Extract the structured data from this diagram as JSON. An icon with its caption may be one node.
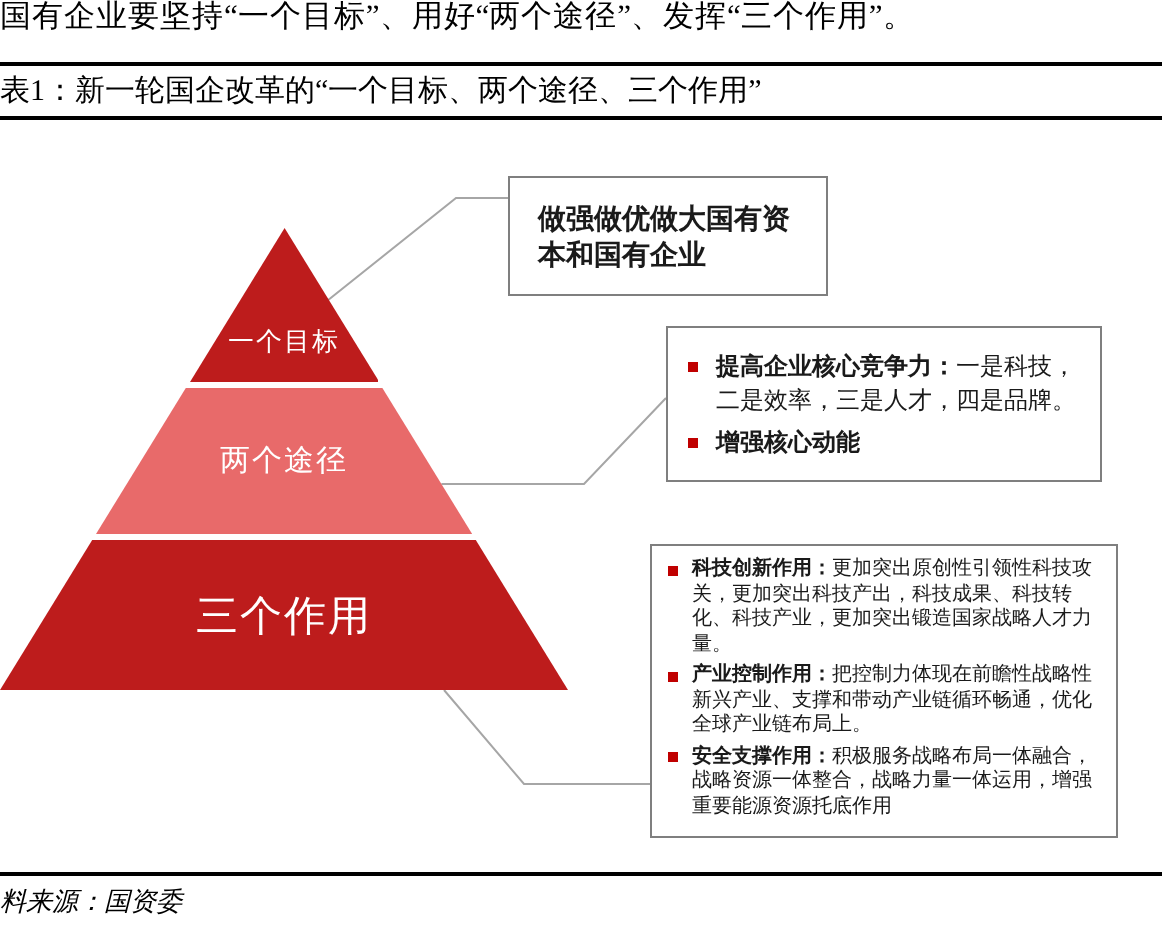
{
  "diagram": {
    "title": "表1：新一轮国企改革的“一个目标、两个途径、三个作用”",
    "caption": "料来源：国资委",
    "nodes": [
      {
        "text": [
          "一个目标"
        ]
      },
      {
        "text": [
          "两个途径"
        ]
      },
      {
        "text": [
          "三个作用"
        ]
      },
      {
        "text": [
          "做强做优做大国有资本和国有企业"
        ]
      },
      {
        "text": [
          "**提高企业核心竞争力：**一是科技，二是效率，三是人才，四是品牌。",
          "增强核心动能"
        ]
      },
      {
        "text": [
          "**科技创新作用：**更加突出原创性引领性科技攻关，更加突出科技产出，科技成果、科技转化、科技产业，更加突出锻造国家战略人才力量。",
          "**产业控制作用：**把控制力体现在前瞻性战略性新兴产业、支撑和带动产业链循环畅通，优化全球产业链布局上。",
          "**安全支撑作用：**积极服务战略布局一体融合，战略资源一体整合，战略力量一体运用，增强重要能源资源托底作用"
        ]
      }
    ],
    "edges": [
      {
        "from": 0,
        "to": 3,
        "arrow": "none"
      },
      {
        "from": 1,
        "to": 4,
        "arrow": "none"
      },
      {
        "from": 2,
        "to": 5,
        "arrow": "none"
      }
    ],
    "labels": [
      "国有企业要坚持“一个目标”、用好“两个途径”、发挥“三个作用”。"
    ]
  }
}
